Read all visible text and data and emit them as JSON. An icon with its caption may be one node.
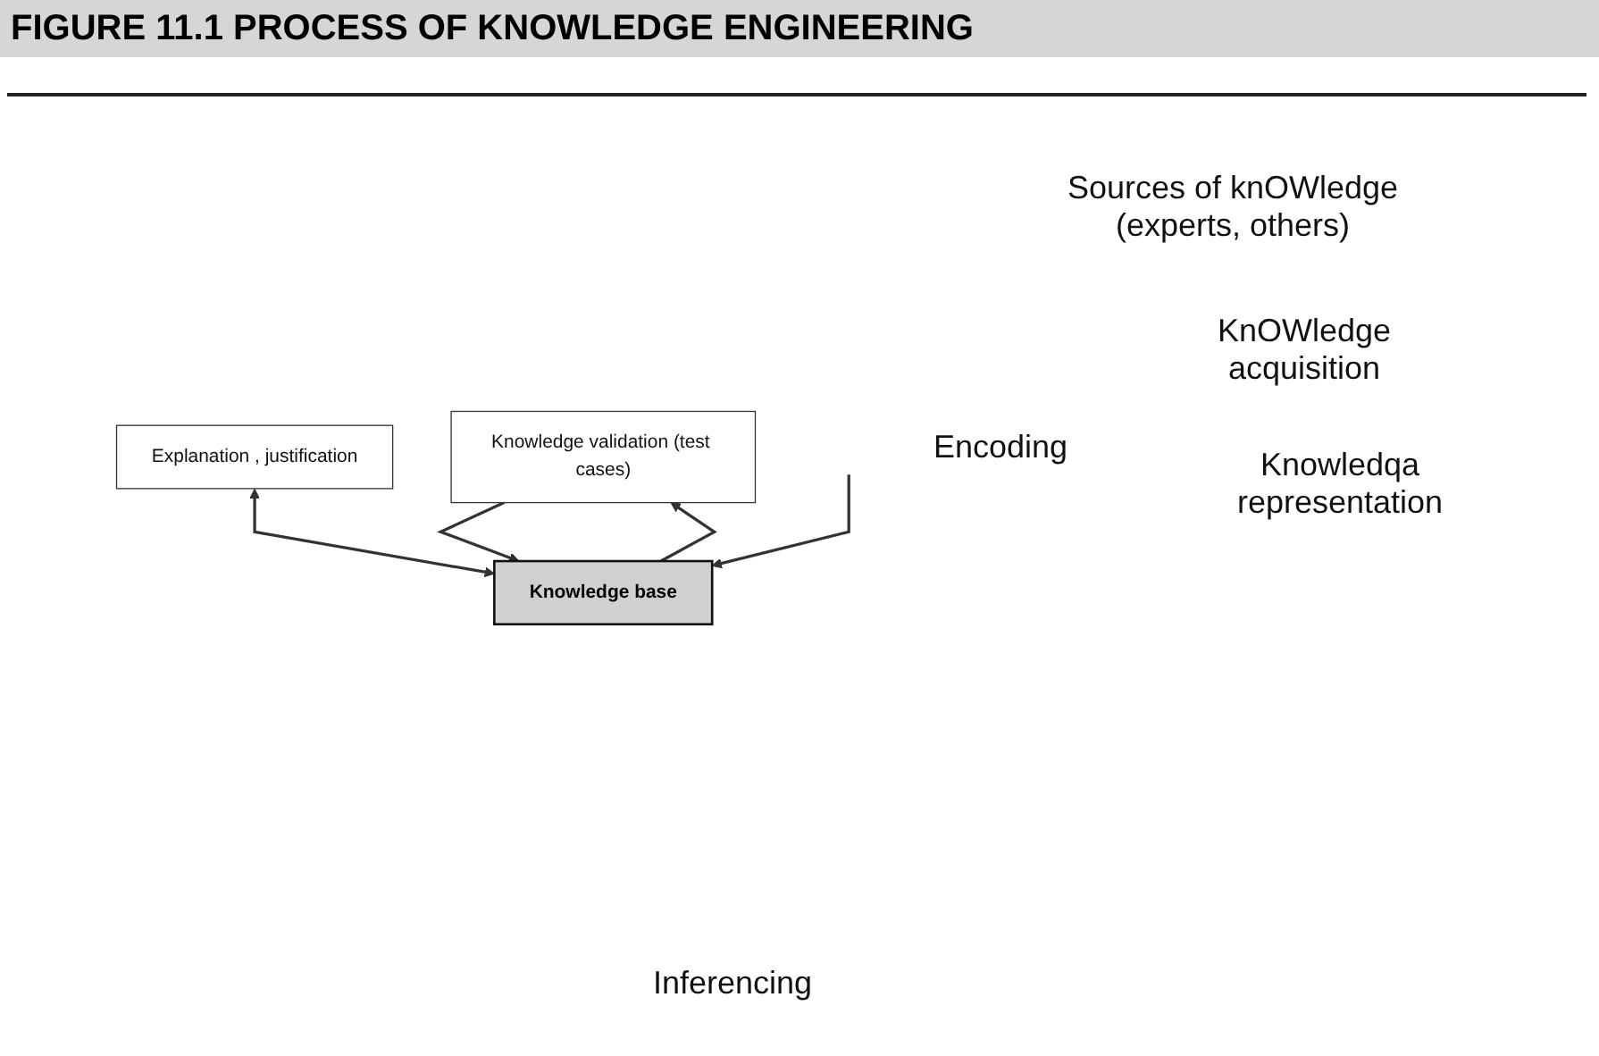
{
  "diagram": {
    "title": "FIGURE 11.1 PROCESS OF KNOWLEDGE ENGINEERING",
    "nodes": [
      {
        "text": [
          "Knowledge validation (test cases)"
        ]
      },
      {
        "text": [
          "Knowledge base"
        ]
      },
      {
        "text": [
          "Explanation , justification"
        ]
      }
    ],
    "edges": [
      {
        "from": 1,
        "to": 0,
        "arrow": "to"
      },
      {
        "from": 0,
        "to": 1,
        "arrow": "to"
      },
      {
        "from": 2,
        "to": 1,
        "arrow": "both"
      },
      {
        "from": null,
        "to": 1,
        "arrow": "to"
      }
    ],
    "labels": [
      "Sources of knOWledge (experts, others)",
      "KnOWledge acquisition",
      "Encoding",
      "Knowledqa representation",
      "Inferencing"
    ]
  }
}
